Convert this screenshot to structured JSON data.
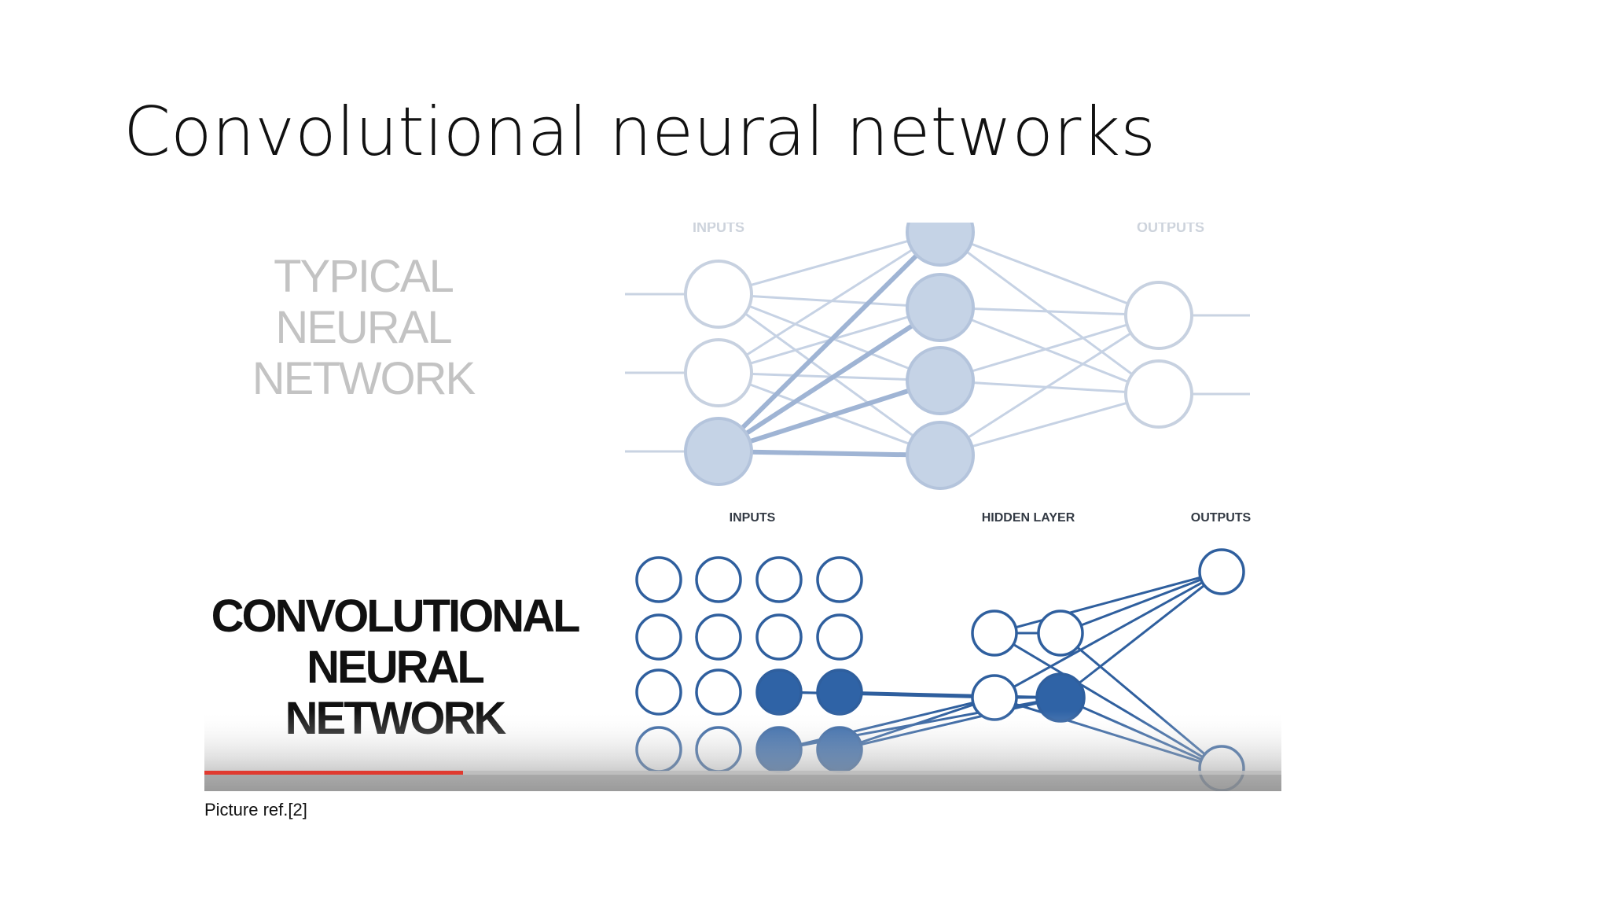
{
  "slide": {
    "title": "Convolutional neural networks",
    "caption": "Picture ref.[2]"
  },
  "figure": {
    "typical_network": {
      "label_lines": [
        "TYPICAL",
        "NEURAL",
        "NETWORK"
      ],
      "inputs_label": "INPUTS",
      "outputs_label": "OUTPUTS",
      "input_nodes": 3,
      "hidden_nodes": 4,
      "output_nodes": 2
    },
    "convolutional_network": {
      "label_lines": [
        "CONVOLUTIONAL",
        "NEURAL",
        "NETWORK"
      ],
      "inputs_label": "INPUTS",
      "hidden_label": "HIDDEN LAYER",
      "outputs_label": "OUTPUTS",
      "input_grid": "4x4",
      "hidden_nodes": 4,
      "output_nodes": 2
    },
    "video_progress_fraction": 0.24
  },
  "colors": {
    "light_node": "#c5d3e6",
    "light_stroke": "#b4c4dc",
    "dark_node": "#2f63a6",
    "dark_stroke": "#2f5f9e",
    "progress": "#e03a2f"
  }
}
